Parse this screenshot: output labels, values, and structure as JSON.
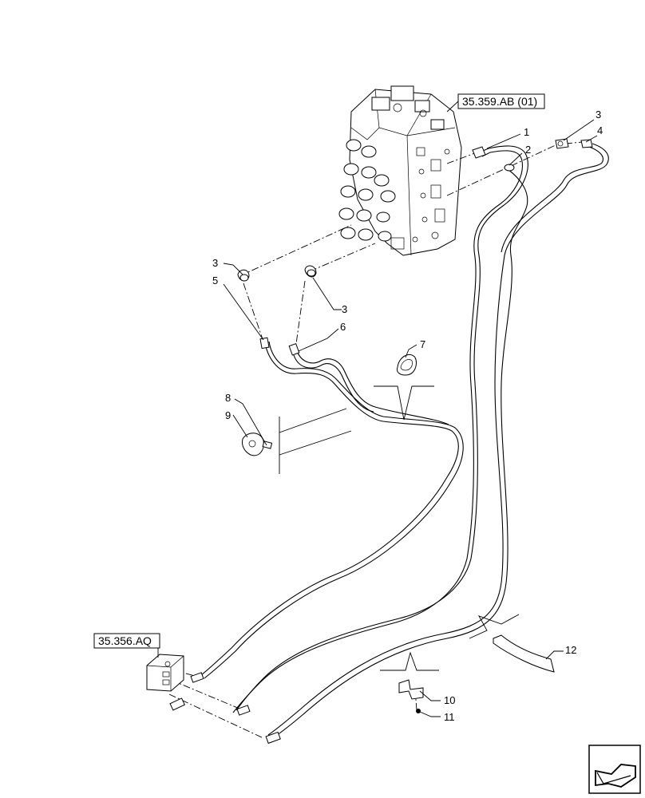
{
  "refs": {
    "valve": "35.359.AB (01)",
    "block": "35.356.AQ"
  },
  "callouts": {
    "c1": "1",
    "c2": "2",
    "c3a": "3",
    "c4": "4",
    "c3b": "3",
    "c5": "5",
    "c3c": "3",
    "c6": "6",
    "c7": "7",
    "c8": "8",
    "c9": "9",
    "c10": "10",
    "c11": "11",
    "c12": "12"
  },
  "icons": {
    "nav": "arrow-link-icon"
  }
}
